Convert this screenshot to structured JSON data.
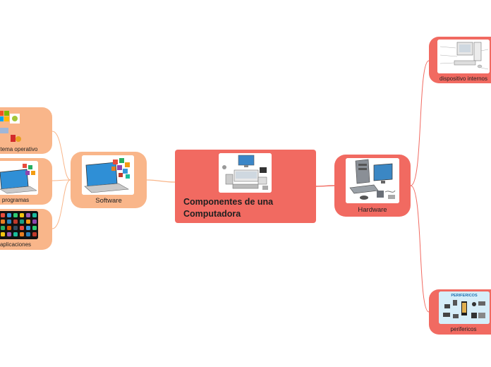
{
  "central": {
    "title": "Componentes de una Computadora",
    "color": "#f16a61"
  },
  "branches": {
    "software": {
      "label": "Software",
      "color": "#f9b68a"
    },
    "hardware": {
      "label": "Hardware",
      "color": "#f16a61"
    }
  },
  "software_children": {
    "sistema_operativo": "sistema operativo",
    "programas": "programas",
    "aplicaciones": "aplicaciones"
  },
  "hardware_children": {
    "internos": "dispositivo internos",
    "perifericos": "perifericos",
    "perifericos_banner": "PERIFERICOS"
  },
  "link_colors": {
    "software": "#f9b68a",
    "hardware": "#f16a61"
  }
}
